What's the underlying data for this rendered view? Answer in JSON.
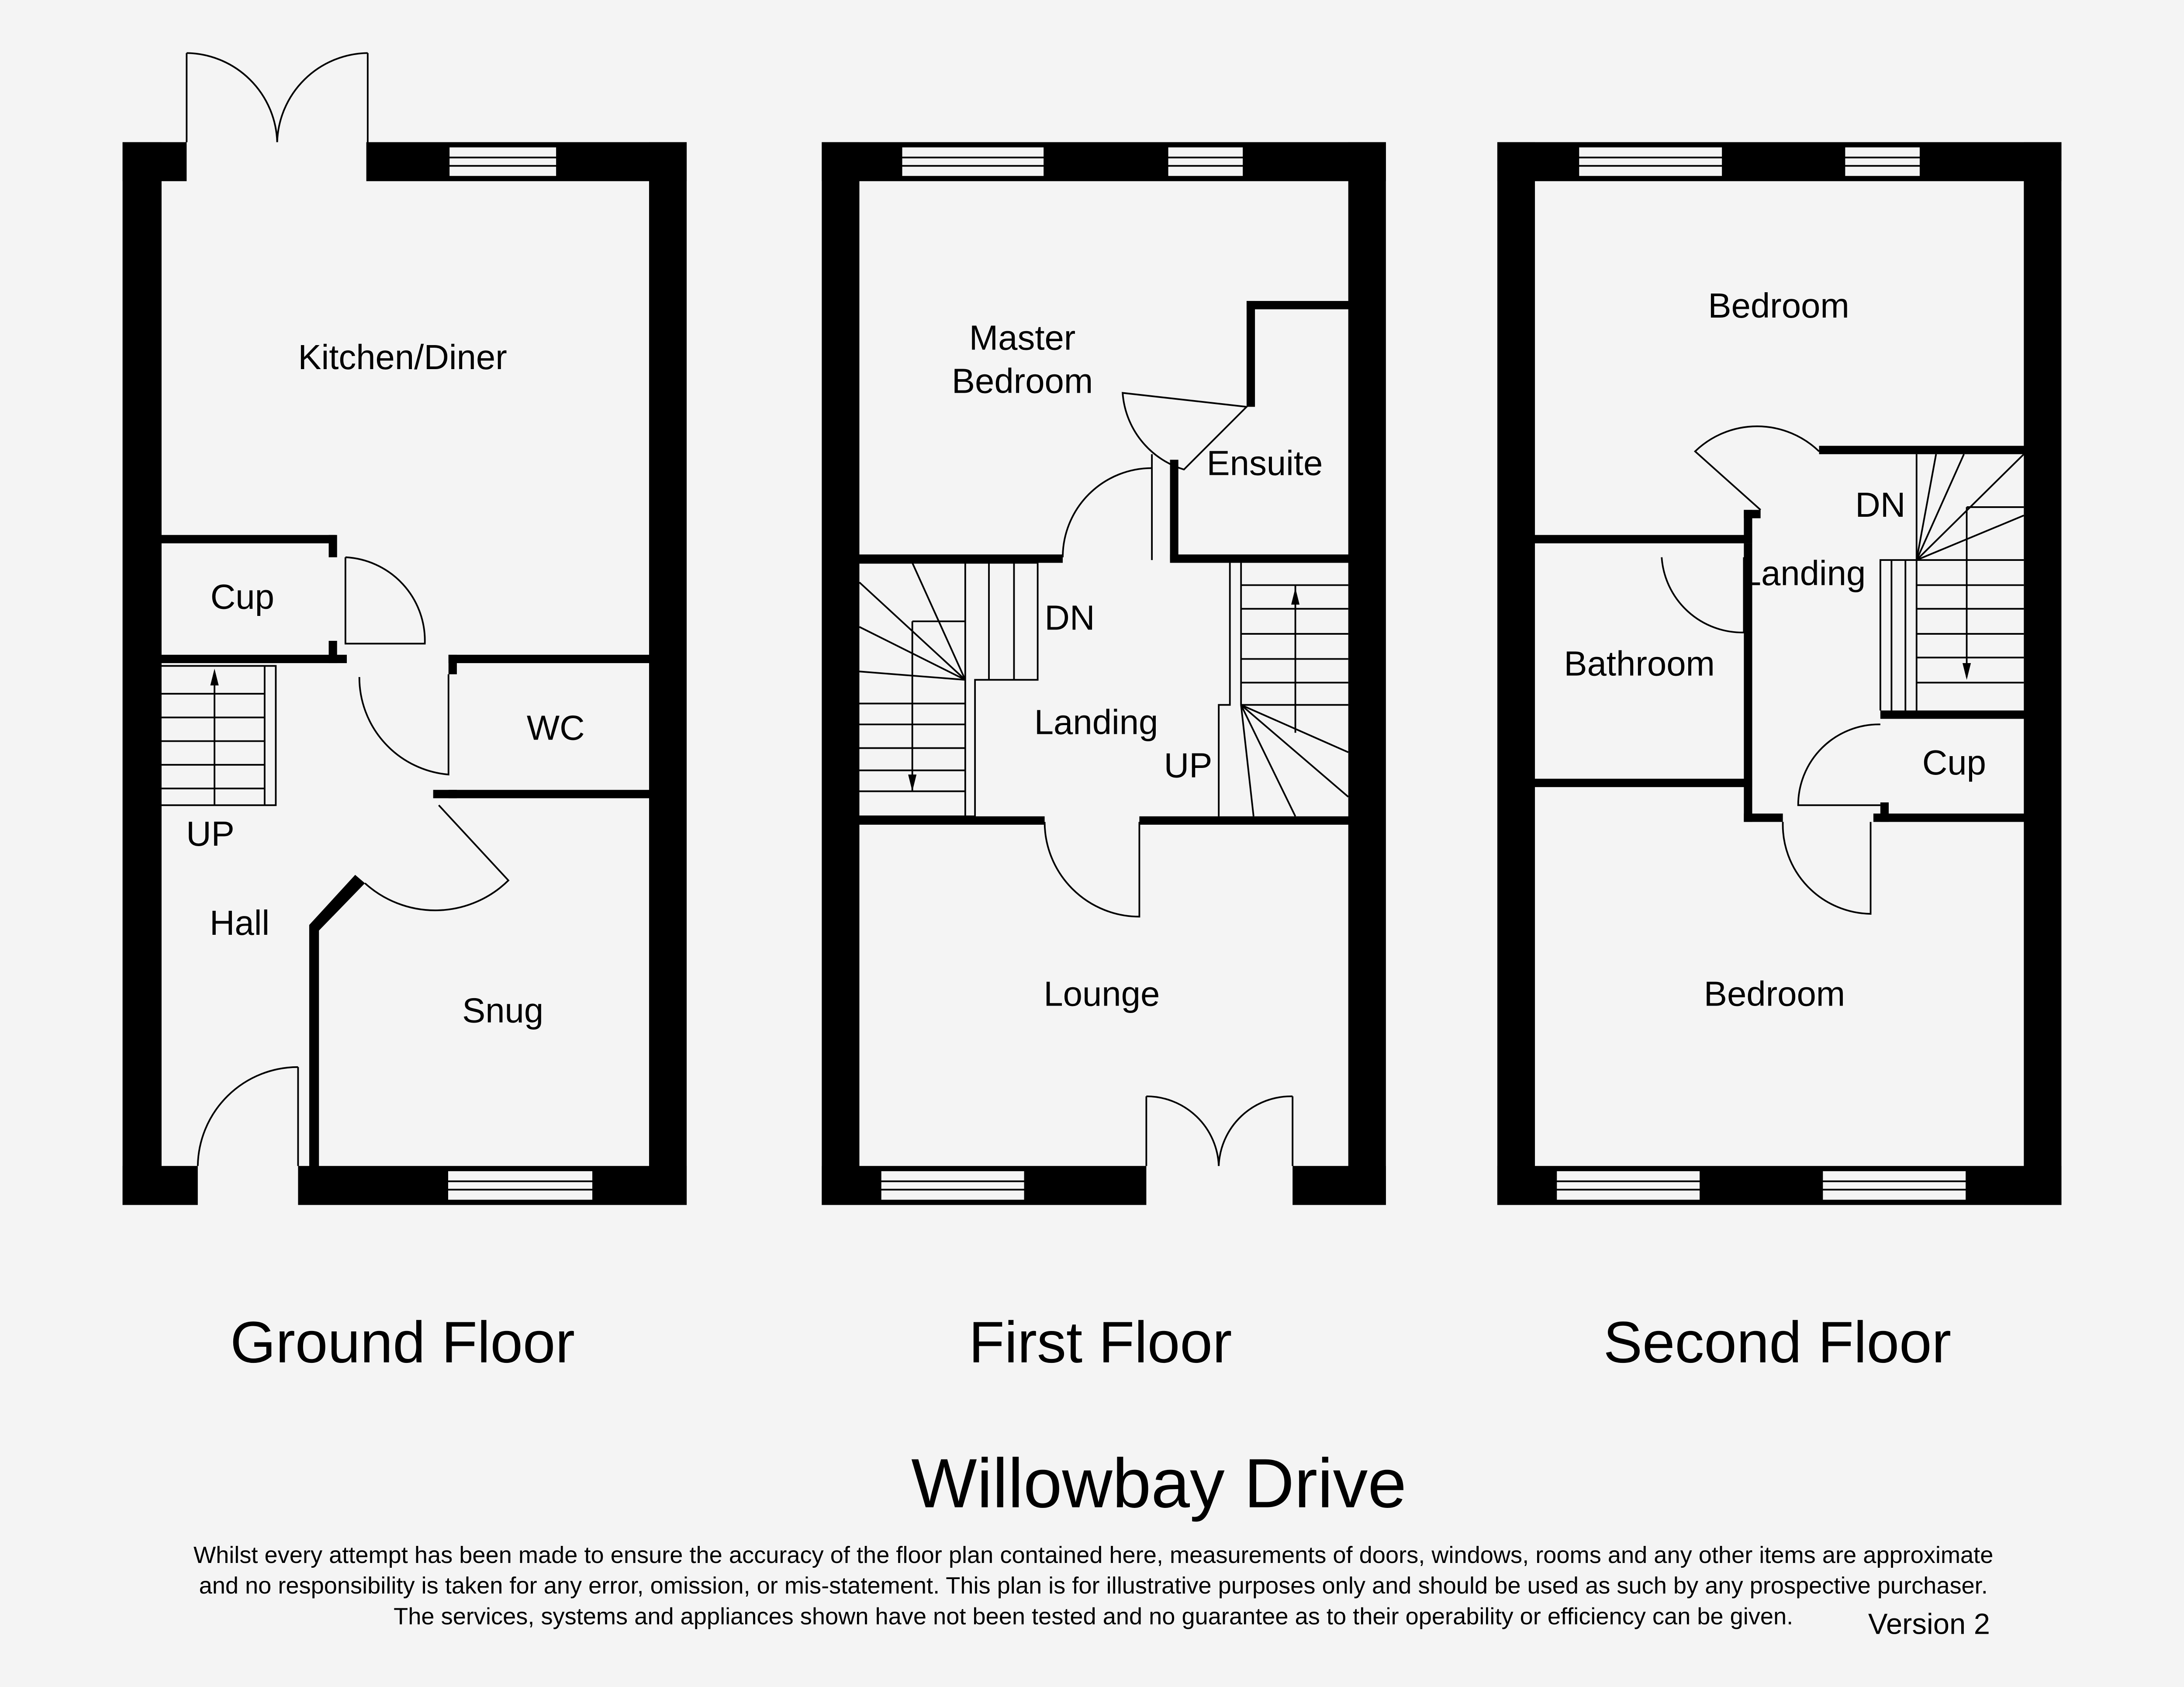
{
  "title": "Willowbay Drive",
  "floors": {
    "ground": {
      "name": "Ground Floor",
      "rooms": {
        "kitchen": "Kitchen/Diner",
        "cup": "Cup",
        "wc": "WC",
        "hall": "Hall",
        "snug": "Snug",
        "up": "UP"
      }
    },
    "first": {
      "name": "First Floor",
      "rooms": {
        "master_line1": "Master",
        "master_line2": "Bedroom",
        "ensuite": "Ensuite",
        "landing": "Landing",
        "dn": "DN",
        "up": "UP",
        "lounge": "Lounge"
      }
    },
    "second": {
      "name": "Second Floor",
      "rooms": {
        "bedroom_top": "Bedroom",
        "dn": "DN",
        "landing": "Landing",
        "bathroom": "Bathroom",
        "cup": "Cup",
        "bedroom_bottom": "Bedroom"
      }
    }
  },
  "disclaimer": {
    "line1": "Whilst every attempt has been made to ensure the accuracy of the floor plan contained here, measurements of doors, windows, rooms and any other items are approximate",
    "line2": "and no responsibility is taken for any error, omission, or mis-statement. This plan is for illustrative purposes only and should be used as such by any prospective purchaser.",
    "line3": "The services, systems and appliances shown have not been tested and no guarantee as to their operability or efficiency can be given."
  },
  "version": "Version 2"
}
